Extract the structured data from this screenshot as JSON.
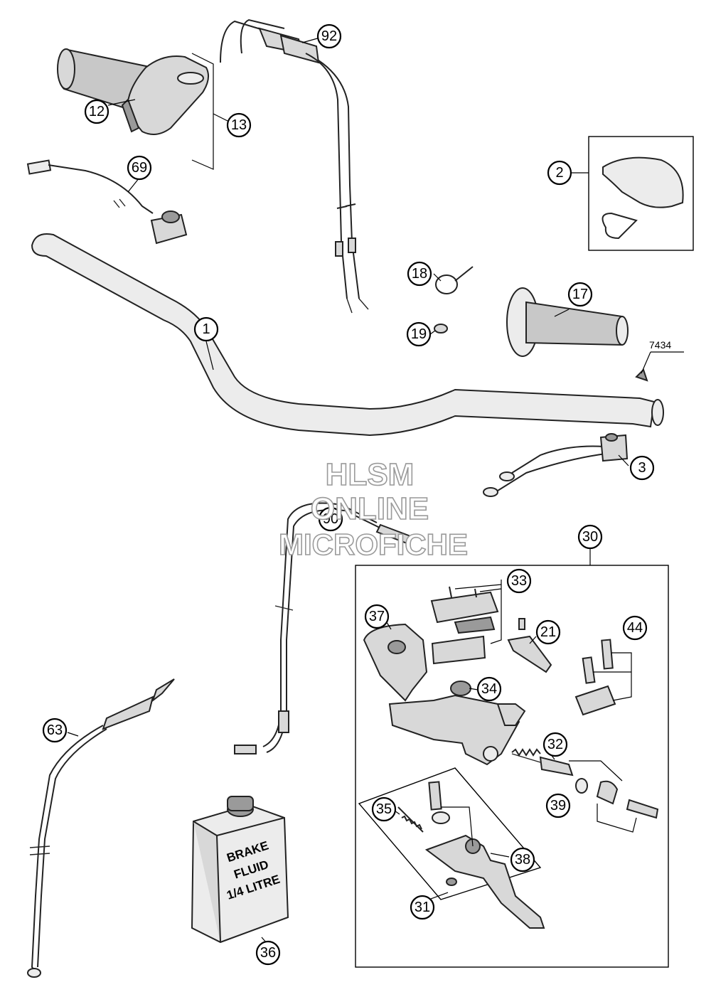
{
  "callouts": {
    "c1": "1",
    "c2": "2",
    "c3": "3",
    "c12": "12",
    "c13": "13",
    "c17": "17",
    "c18": "18",
    "c19": "19",
    "c21": "21",
    "c30": "30",
    "c31": "31",
    "c32": "32",
    "c33": "33",
    "c34": "34",
    "c35": "35",
    "c36": "36",
    "c37": "37",
    "c38": "38",
    "c39": "39",
    "c44": "44",
    "c63": "63",
    "c69": "69",
    "c90": "90",
    "c92": "92"
  },
  "reference": {
    "code": "7434"
  },
  "bottle_label": {
    "line1": "BRAKE",
    "line2": "FLUID",
    "line3": "1/4 LITRE"
  },
  "watermark": {
    "line1": "HLSM",
    "line2": "ONLINE",
    "line3": "MICROFICHE"
  }
}
